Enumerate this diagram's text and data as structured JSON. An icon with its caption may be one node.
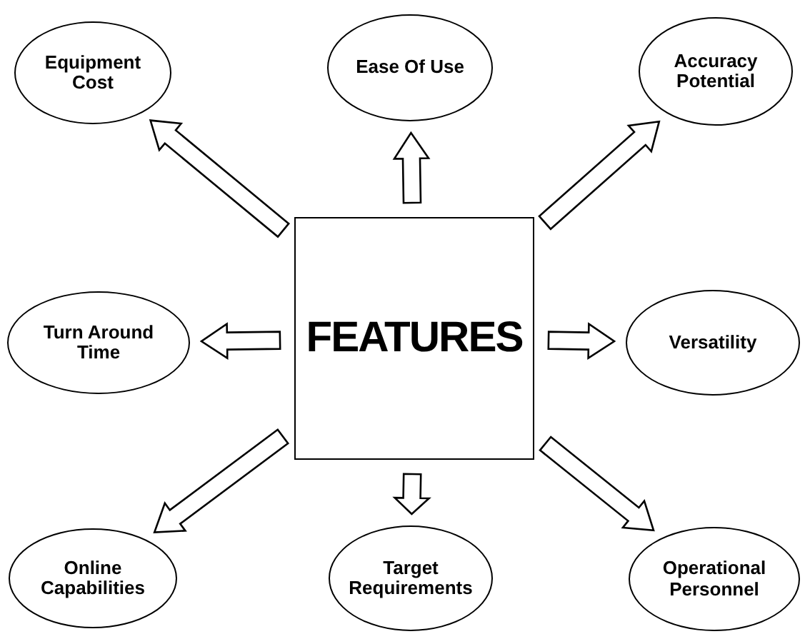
{
  "diagram": {
    "nodes": [
      {
        "text": [
          "FEATURES"
        ]
      },
      {
        "text": [
          "Equipment Cost"
        ]
      },
      {
        "text": [
          "Ease Of Use"
        ]
      },
      {
        "text": [
          "Accuracy Potential"
        ]
      },
      {
        "text": [
          "Turn Around Time"
        ]
      },
      {
        "text": [
          "Versatility"
        ]
      },
      {
        "text": [
          "Online Capabilities"
        ]
      },
      {
        "text": [
          "Target Requirements"
        ]
      },
      {
        "text": [
          "Operational Personnel"
        ]
      }
    ],
    "edges": [
      {
        "from": 0,
        "to": 1,
        "arrow": "to"
      },
      {
        "from": 0,
        "to": 2,
        "arrow": "to"
      },
      {
        "from": 0,
        "to": 3,
        "arrow": "to"
      },
      {
        "from": 0,
        "to": 4,
        "arrow": "to"
      },
      {
        "from": 0,
        "to": 5,
        "arrow": "to"
      },
      {
        "from": 0,
        "to": 6,
        "arrow": "to"
      },
      {
        "from": 0,
        "to": 7,
        "arrow": "to"
      },
      {
        "from": 0,
        "to": 8,
        "arrow": "to"
      }
    ]
  }
}
